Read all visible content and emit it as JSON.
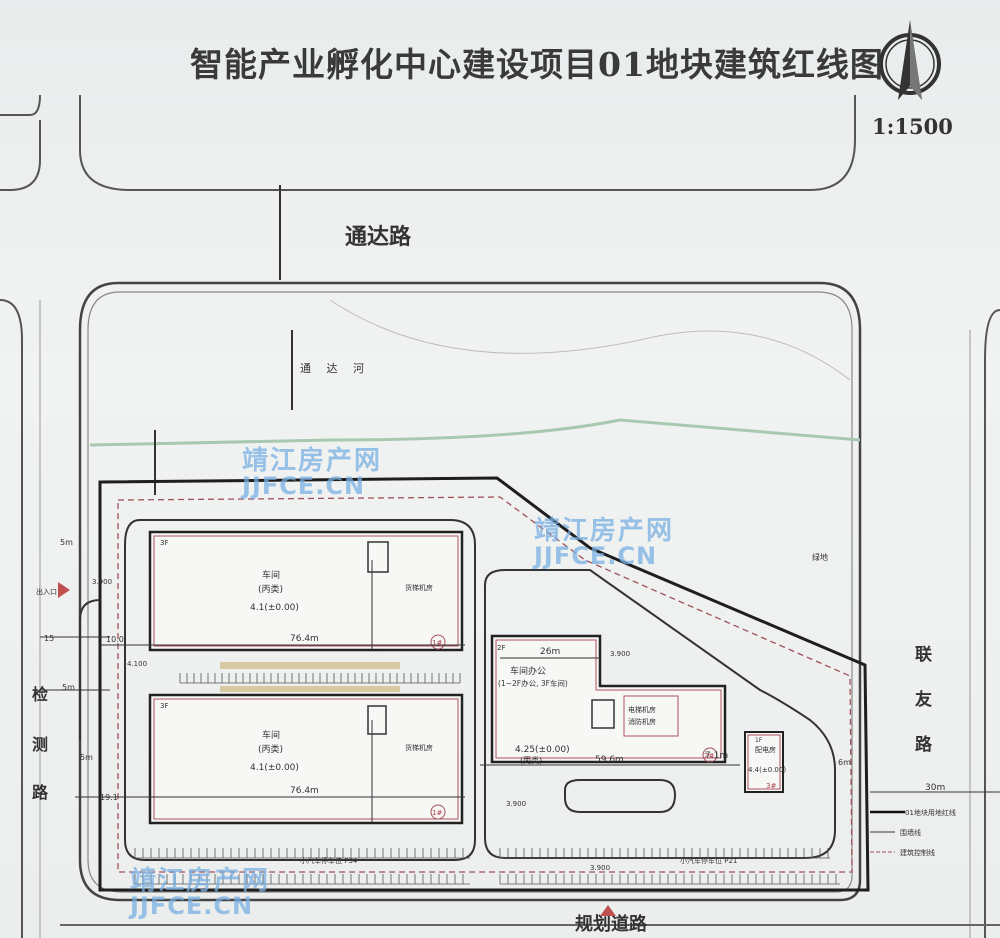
{
  "title": "智能产业孵化中心建设项目01地块建筑红线图",
  "scale": "1:1500",
  "roads": {
    "north": "通达路",
    "north_river": "通 达 河",
    "east": "联友路",
    "west": "检测路",
    "south": "规划道路"
  },
  "buildings": [
    {
      "id": "b1",
      "name": "车间",
      "class": "(丙类)",
      "elev": "4.1(±0.00)",
      "tag": "1#"
    },
    {
      "id": "b2",
      "name": "车间",
      "class": "(丙类)",
      "elev": "4.1(±0.00)",
      "tag": "1#"
    },
    {
      "id": "b3",
      "name": "车间办公",
      "class": "(1~2F办公, 3F车间)",
      "elev": "4.25(±0.00)",
      "sub": "(丙类)",
      "tag": "2#"
    },
    {
      "id": "b4",
      "name": "配电房",
      "elev": "4.4(±0.00)",
      "tag": "3#"
    }
  ],
  "room_labels": {
    "equipment_room": "电梯机房",
    "pump_room": "消防机房",
    "stair": "货梯机房",
    "floor_3f": "3F",
    "floor_2f": "2F",
    "floor_1f": "1F"
  },
  "dimensions": {
    "len_top": "76.4m",
    "len_bottom": "76.4m",
    "len_office": "59.6m",
    "len_office_top": "26m",
    "depth_left": "10.0",
    "depth_left2": "19.1",
    "width_right": "7.1m",
    "east_setback": "30m",
    "setback_5m_a": "5m",
    "setback_5m_b": "5m",
    "setback_5m_c": "5m",
    "setback_6m": "6m",
    "setback_15": "15",
    "elev_3900": "3.900",
    "elev_4100": "4.100"
  },
  "legend": {
    "red_line": "01地块用地红线",
    "fence": "围墙线",
    "building_control": "建筑控制线"
  },
  "parking": {
    "left": "小汽车停车位 P34",
    "right": "小汽车停车位 P21"
  },
  "labels": {
    "entrance": "出入口",
    "green": "绿地"
  },
  "watermarks": [
    {
      "cn": "靖江房产网",
      "en": "JJFCE.CN"
    },
    {
      "cn": "靖江房产网",
      "en": "JJFCE.CN"
    },
    {
      "cn": "靖江房产网",
      "en": "JJFCE.CN"
    }
  ]
}
